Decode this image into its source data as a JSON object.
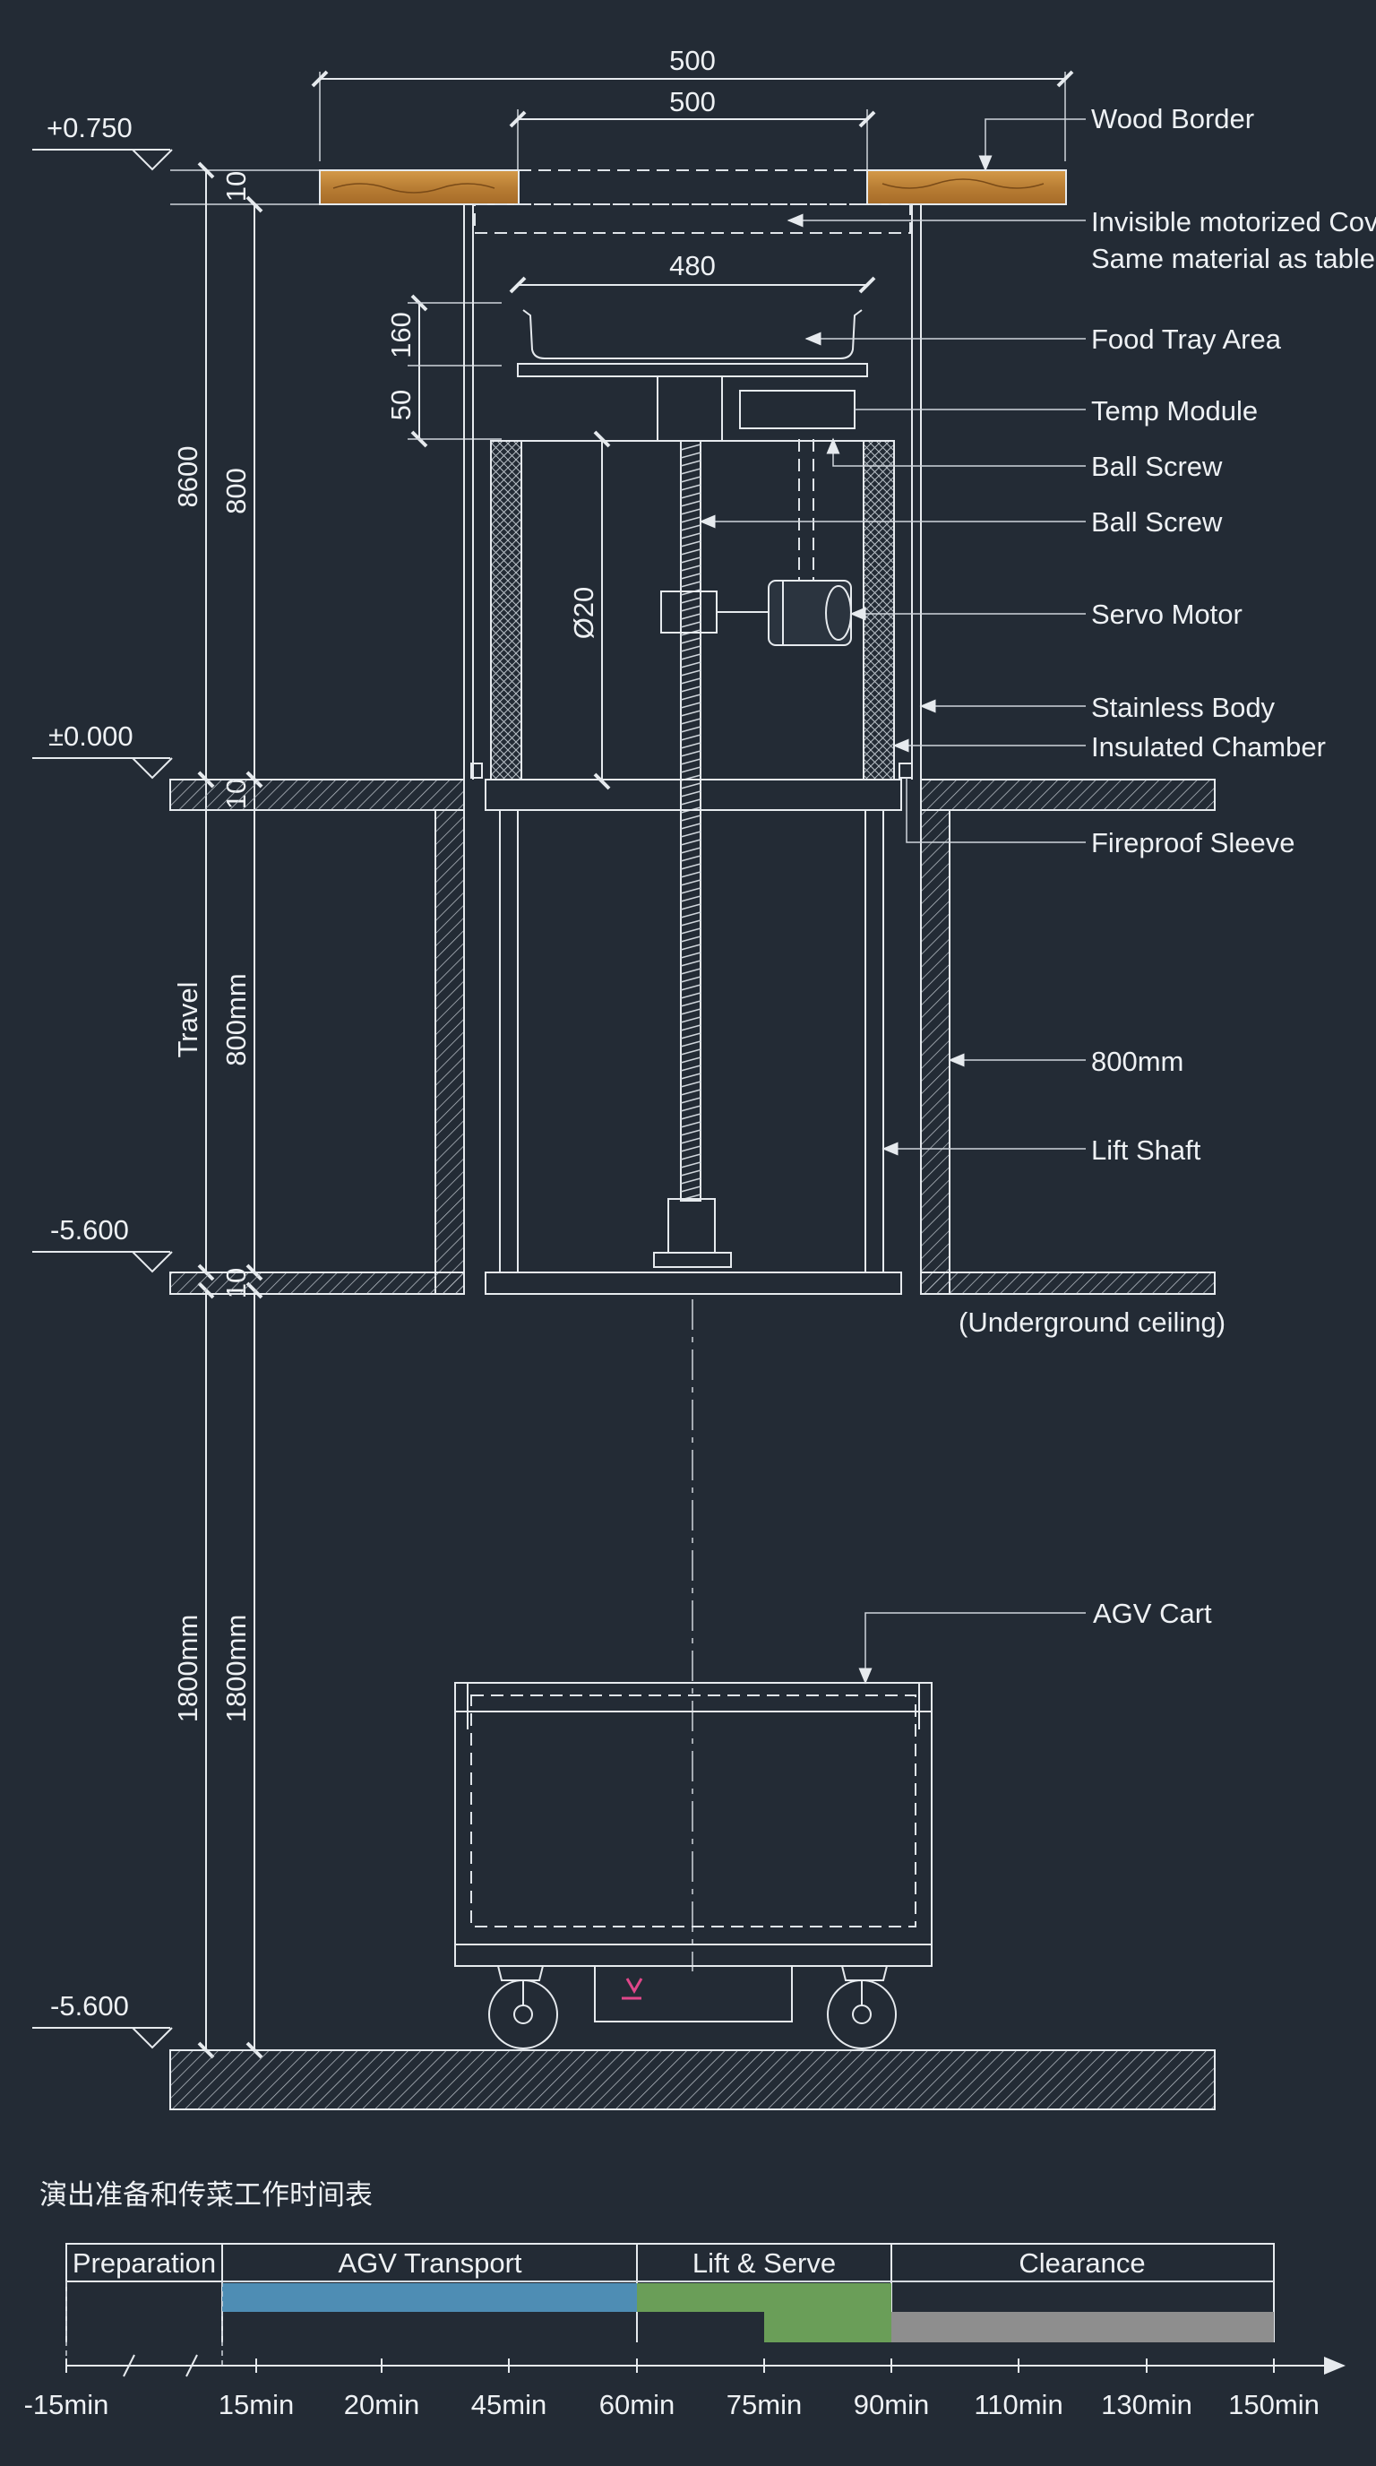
{
  "dimensions": {
    "top_width_outer": "500",
    "top_width_inner": "500",
    "tray_width": "480",
    "tray_height": "160",
    "plate_height": "50",
    "total_height": "8600",
    "chamber_height": "800",
    "screw_diameter": "Ø20",
    "cover_thickness": "10",
    "floor_thickness": "10",
    "travel_label": "Travel",
    "travel_value": "800mm",
    "ceiling_thickness": "10",
    "agv_clearance_outer": "1800mm",
    "agv_clearance_inner": "1800mm"
  },
  "levels": {
    "top": "+0.750",
    "floor": "±0.000",
    "ceiling": "-5.600",
    "bottom": "-5.600"
  },
  "callouts": {
    "wood_border": "Wood Border",
    "cover_line1": "Invisible motorized Cover",
    "cover_line2": "Same material as table",
    "food_tray": "Food Tray Area",
    "temp_module": "Temp Module",
    "ball_screw_1": "Ball Screw",
    "ball_screw_2": "Ball Screw",
    "servo_motor": "Servo Motor",
    "stainless_body": "Stainless Body",
    "insulated_chamber": "Insulated Chamber",
    "fireproof_sleeve": "Fireproof Sleeve",
    "shaft_width": "800mm",
    "lift_shaft": "Lift Shaft",
    "underground_ceiling": "(Underground ceiling)",
    "agv_cart": "AGV Cart"
  },
  "schedule": {
    "title": "演出准备和传菜工作时间表",
    "phases": [
      {
        "label": "Preparation",
        "color": ""
      },
      {
        "label": "AGV Transport",
        "color": "#4e8db4"
      },
      {
        "label": "Lift & Serve",
        "color": "#6a9e58"
      },
      {
        "label": "Clearance",
        "color": "#8e8e8e"
      }
    ],
    "ticks": [
      "-15min",
      "15min",
      "20min",
      "45min",
      "60min",
      "75min",
      "90min",
      "110min",
      "130min",
      "150min"
    ]
  },
  "colors": {
    "background": "#232b35",
    "linework": "#e6eaee",
    "wood": "#c08a3e",
    "agv_transport": "#4e8db4",
    "lift_serve": "#6a9e58",
    "clearance": "#8e8e8e"
  }
}
